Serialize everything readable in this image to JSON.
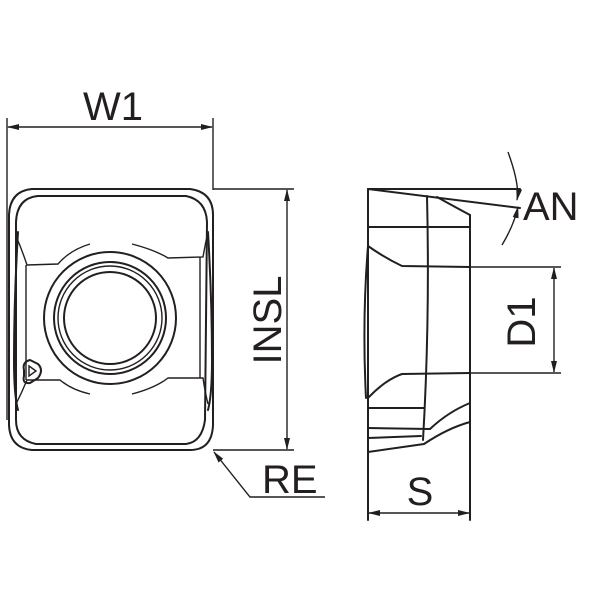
{
  "labels": {
    "w1": "W1",
    "insl": "INSL",
    "re": "RE",
    "an": "AN",
    "d1": "D1",
    "s": "S"
  },
  "colors": {
    "line": "#231f20",
    "background": "#ffffff"
  }
}
